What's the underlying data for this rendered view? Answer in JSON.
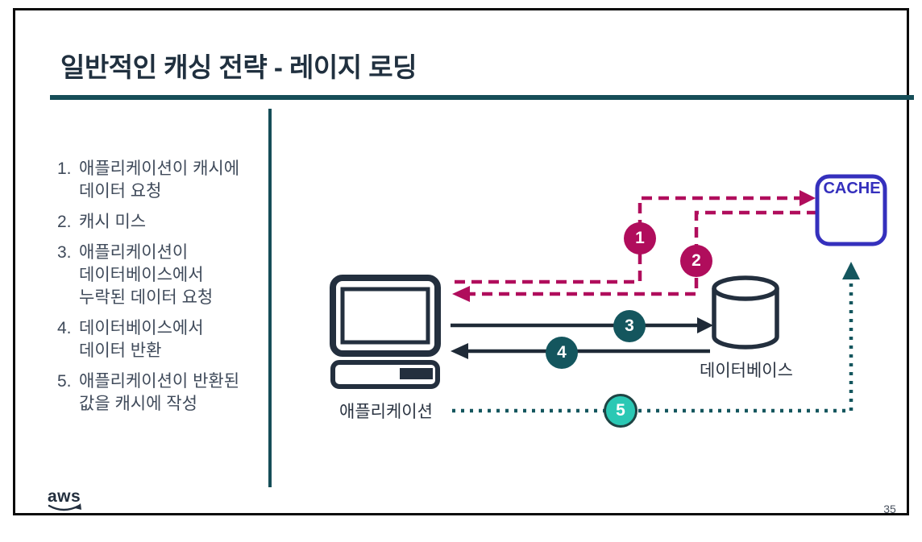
{
  "slide": {
    "title": "일반적인 캐싱 전략 - 레이지 로딩",
    "page_number": "35",
    "logo_text": "aws"
  },
  "steps": [
    {
      "num": "1.",
      "text": "애플리케이션이 캐시에 데이터 요청"
    },
    {
      "num": "2.",
      "text": "캐시 미스"
    },
    {
      "num": "3.",
      "text": "애플리케이션이 데이터베이스에서 누락된 데이터 요청"
    },
    {
      "num": "4.",
      "text": "데이터베이스에서 데이터 반환"
    },
    {
      "num": "5.",
      "text": "애플리케이션이 반환된 값을 캐시에 작성"
    }
  ],
  "diagram": {
    "application_label": "애플리케이션",
    "database_label": "데이터베이스",
    "cache_label": "CACHE",
    "badges": [
      "1",
      "2",
      "3",
      "4",
      "5"
    ],
    "flows": [
      {
        "badge": "1",
        "from": "application",
        "to": "cache",
        "style": "dashed-magenta"
      },
      {
        "badge": "2",
        "from": "cache",
        "to": "application",
        "style": "dashed-magenta"
      },
      {
        "badge": "3",
        "from": "application",
        "to": "database",
        "style": "solid-dark"
      },
      {
        "badge": "4",
        "from": "database",
        "to": "application",
        "style": "solid-dark"
      },
      {
        "badge": "5",
        "from": "application",
        "to": "cache",
        "style": "dotted-teal"
      }
    ],
    "colors": {
      "ink": "#232f3e",
      "accent_teal": "#164e58",
      "magenta": "#b00d5c",
      "dark_teal": "#14565e",
      "turquoise": "#2bc8b4",
      "cache_blue": "#3530bd",
      "body_text": "#3f4a5a"
    }
  }
}
